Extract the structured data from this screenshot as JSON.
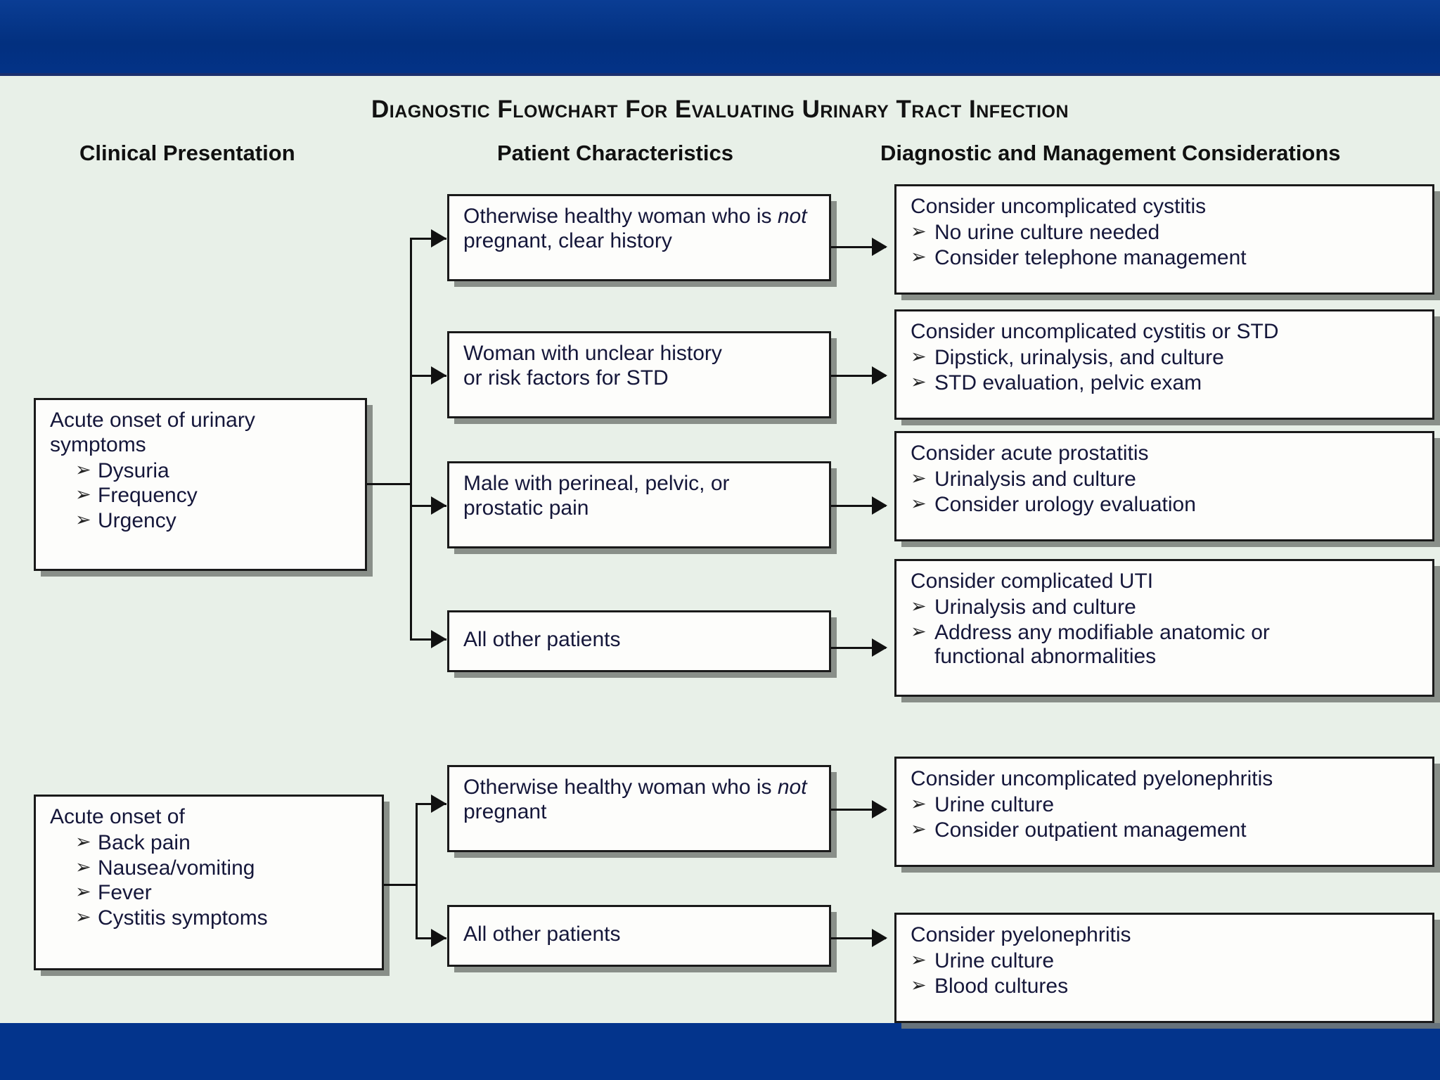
{
  "slide": {
    "title": "Diagnostic Flowchart For Evaluating Urinary Tract Infection",
    "background_color": "#e8f0e8",
    "banner_color": "#03348c",
    "box_fill": "#fdfdfb",
    "text_color": "#15173a"
  },
  "columns": {
    "clinical": "Clinical Presentation",
    "patient": "Patient Characteristics",
    "diagnostic": "Diagnostic and Management Considerations"
  },
  "chart_data": {
    "type": "flowchart",
    "title": "Diagnostic Flowchart For Evaluating Urinary Tract Infection",
    "columns": [
      "Clinical Presentation",
      "Patient Characteristics",
      "Diagnostic and Management Considerations"
    ],
    "branches": [
      {
        "presentation": "Acute onset of urinary symptoms",
        "presentation_bullets": [
          "Dysuria",
          "Frequency",
          "Urgency"
        ],
        "paths": [
          {
            "characteristic": "Otherwise healthy woman who is not pregnant, clear history",
            "consideration": "Consider uncomplicated cystitis",
            "consideration_bullets": [
              "No urine culture needed",
              "Consider telephone management"
            ]
          },
          {
            "characteristic": "Woman with unclear history or risk factors for STD",
            "consideration": "Consider uncomplicated cystitis or STD",
            "consideration_bullets": [
              "Dipstick, urinalysis, and culture",
              "STD evaluation, pelvic exam"
            ]
          },
          {
            "characteristic": "Male with perineal, pelvic, or prostatic pain",
            "consideration": "Consider acute prostatitis",
            "consideration_bullets": [
              "Urinalysis and culture",
              "Consider urology evaluation"
            ]
          },
          {
            "characteristic": "All other patients",
            "consideration": "Consider complicated UTI",
            "consideration_bullets": [
              "Urinalysis and culture",
              "Address any modifiable anatomic or functional abnormalities"
            ]
          }
        ]
      },
      {
        "presentation": "Acute onset of",
        "presentation_bullets": [
          "Back pain",
          "Nausea/vomiting",
          "Fever",
          "Cystitis symptoms"
        ],
        "paths": [
          {
            "characteristic": "Otherwise healthy woman who is not pregnant",
            "consideration": "Consider uncomplicated pyelonephritis",
            "consideration_bullets": [
              "Urine culture",
              "Consider outpatient management"
            ]
          },
          {
            "characteristic": "All other patients",
            "consideration": "Consider pyelonephritis",
            "consideration_bullets": [
              "Urine culture",
              "Blood cultures"
            ]
          }
        ]
      }
    ]
  },
  "boxes": {
    "b1_presentation": {
      "line1": "Acute onset of urinary",
      "line2": "symptoms",
      "bullets": [
        "Dysuria",
        "Frequency",
        "Urgency"
      ]
    },
    "b1_char1": {
      "pre": "Otherwise healthy woman who is ",
      "em": "not",
      "post": " pregnant, clear history"
    },
    "b1_char2": {
      "line1": "Woman with unclear history",
      "line2": "or risk factors for STD"
    },
    "b1_char3": {
      "line1": "Male with perineal, pelvic, or",
      "line2": "prostatic pain"
    },
    "b1_char4": {
      "line1": "All other patients"
    },
    "b1_dx1": {
      "header": "Consider uncomplicated cystitis",
      "bullets": [
        "No urine culture needed",
        "Consider telephone management"
      ]
    },
    "b1_dx2": {
      "header": "Consider uncomplicated cystitis or STD",
      "bullets": [
        "Dipstick, urinalysis, and culture",
        "STD evaluation, pelvic exam"
      ]
    },
    "b1_dx3": {
      "header": "Consider acute prostatitis",
      "bullets": [
        "Urinalysis and culture",
        "Consider urology evaluation"
      ]
    },
    "b1_dx4": {
      "header": "Consider complicated UTI",
      "bullet1": "Urinalysis and culture",
      "bullet2a": "Address any modifiable anatomic or",
      "bullet2b": "functional abnormalities"
    },
    "b2_presentation": {
      "line1": "Acute onset of",
      "bullets": [
        "Back pain",
        "Nausea/vomiting",
        "Fever",
        "Cystitis symptoms"
      ]
    },
    "b2_char1": {
      "pre": "Otherwise healthy woman who is ",
      "em": "not",
      "post": " pregnant"
    },
    "b2_char2": {
      "line1": "All other patients"
    },
    "b2_dx1": {
      "header": "Consider uncomplicated pyelonephritis",
      "bullets": [
        "Urine culture",
        "Consider outpatient management"
      ]
    },
    "b2_dx2": {
      "header": "Consider pyelonephritis",
      "bullets": [
        "Urine culture",
        "Blood cultures"
      ]
    }
  }
}
